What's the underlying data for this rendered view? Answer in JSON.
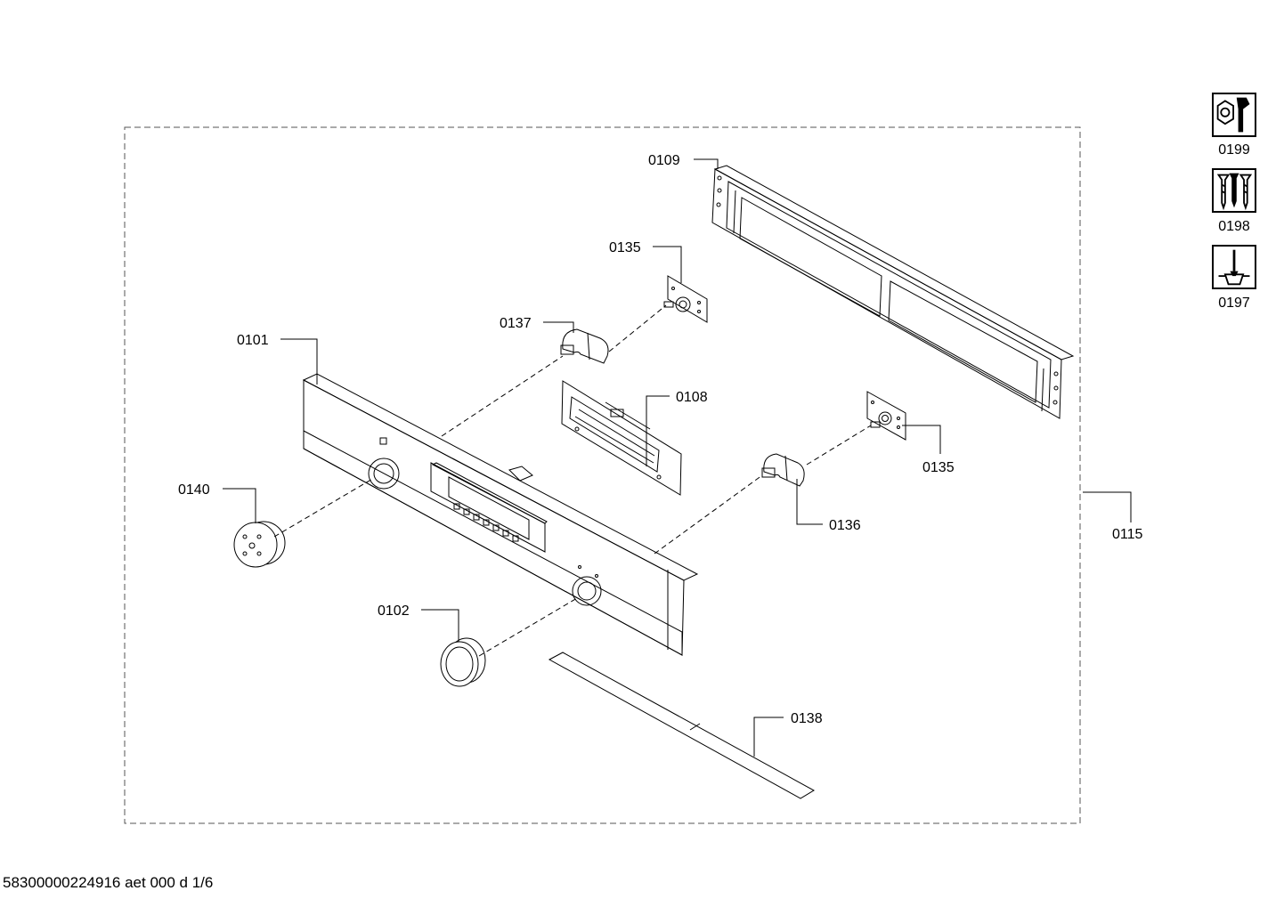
{
  "callouts": {
    "c0109": "0109",
    "c0135_top": "0135",
    "c0137": "0137",
    "c0101": "0101",
    "c0108": "0108",
    "c0140": "0140",
    "c0135_right": "0135",
    "c0136": "0136",
    "c0115": "0115",
    "c0102": "0102",
    "c0138": "0138"
  },
  "tools": [
    {
      "code": "0199",
      "icon": "nut-wrench-icon"
    },
    {
      "code": "0198",
      "icon": "screws-icon"
    },
    {
      "code": "0197",
      "icon": "screwdriver-icon"
    }
  ],
  "footer": {
    "doc_id": "58300000224916 aet 000 d 1/6"
  }
}
